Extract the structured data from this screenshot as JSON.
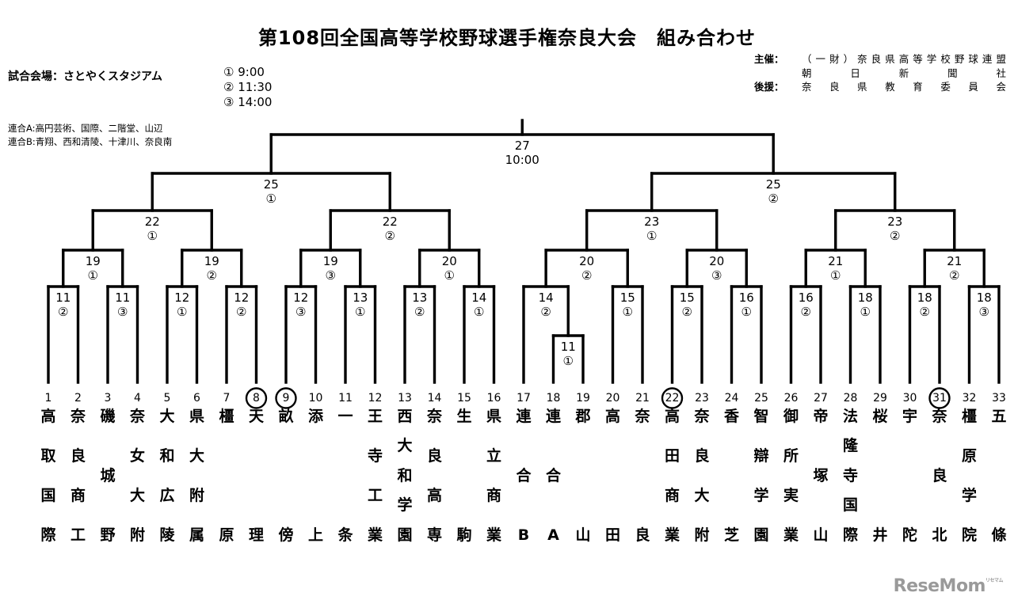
{
  "title": "第108回全国高等学校野球選手権奈良大会　組み合わせ",
  "venue": "試合会場：さとやくスタジアム",
  "times": [
    "① 9:00",
    "② 11:30",
    "③ 14:00"
  ],
  "union_notes": [
    "連合A:高円芸術、国際、二階堂、山辺",
    "連合B:青翔、西和清陵、十津川、奈良南"
  ],
  "organizers": [
    {
      "label": "主催：",
      "value": "（一財）奈良県高等学校野球連盟"
    },
    {
      "label": "",
      "value": "朝日新聞社"
    },
    {
      "label": "後援：",
      "value": "奈良県教育委員会"
    }
  ],
  "teams": [
    {
      "num": "1",
      "chars": [
        "高",
        "取",
        "国",
        "際"
      ],
      "seeded": false
    },
    {
      "num": "2",
      "chars": [
        "奈",
        "良",
        "商",
        "工"
      ],
      "seeded": false
    },
    {
      "num": "3",
      "chars": [
        "磯",
        "城",
        "野"
      ],
      "seeded": false
    },
    {
      "num": "4",
      "chars": [
        "奈",
        "女",
        "大",
        "附"
      ],
      "seeded": false
    },
    {
      "num": "5",
      "chars": [
        "大",
        "和",
        "広",
        "陵"
      ],
      "seeded": false
    },
    {
      "num": "6",
      "chars": [
        "県",
        "大",
        "附",
        "属"
      ],
      "seeded": false
    },
    {
      "num": "7",
      "chars": [
        "橿",
        "原"
      ],
      "seeded": false
    },
    {
      "num": "8",
      "chars": [
        "天",
        "理"
      ],
      "seeded": true
    },
    {
      "num": "9",
      "chars": [
        "畝",
        "傍"
      ],
      "seeded": true
    },
    {
      "num": "10",
      "chars": [
        "添",
        "上"
      ],
      "seeded": false
    },
    {
      "num": "11",
      "chars": [
        "一",
        "条"
      ],
      "seeded": false
    },
    {
      "num": "12",
      "chars": [
        "王",
        "寺",
        "工",
        "業"
      ],
      "seeded": false
    },
    {
      "num": "13",
      "chars": [
        "西",
        "大",
        "和",
        "学",
        "園"
      ],
      "seeded": false
    },
    {
      "num": "14",
      "chars": [
        "奈",
        "良",
        "高",
        "専"
      ],
      "seeded": false
    },
    {
      "num": "15",
      "chars": [
        "生",
        "駒"
      ],
      "seeded": false
    },
    {
      "num": "16",
      "chars": [
        "県",
        "立",
        "商",
        "業"
      ],
      "seeded": false
    },
    {
      "num": "17",
      "chars": [
        "連",
        "合",
        "B"
      ],
      "seeded": false
    },
    {
      "num": "18",
      "chars": [
        "連",
        "合",
        "A"
      ],
      "seeded": false
    },
    {
      "num": "19",
      "chars": [
        "郡",
        "山"
      ],
      "seeded": false
    },
    {
      "num": "20",
      "chars": [
        "高",
        "田"
      ],
      "seeded": false
    },
    {
      "num": "21",
      "chars": [
        "奈",
        "良"
      ],
      "seeded": false
    },
    {
      "num": "22",
      "chars": [
        "高",
        "田",
        "商",
        "業"
      ],
      "seeded": true
    },
    {
      "num": "23",
      "chars": [
        "奈",
        "良",
        "大",
        "附"
      ],
      "seeded": false
    },
    {
      "num": "24",
      "chars": [
        "香",
        "芝"
      ],
      "seeded": false
    },
    {
      "num": "25",
      "chars": [
        "智",
        "辯",
        "学",
        "園"
      ],
      "seeded": false
    },
    {
      "num": "26",
      "chars": [
        "御",
        "所",
        "実",
        "業"
      ],
      "seeded": false
    },
    {
      "num": "27",
      "chars": [
        "帝",
        "塚",
        "山"
      ],
      "seeded": false
    },
    {
      "num": "28",
      "chars": [
        "法",
        "隆",
        "寺",
        "国",
        "際"
      ],
      "seeded": false
    },
    {
      "num": "29",
      "chars": [
        "桜",
        "井"
      ],
      "seeded": false
    },
    {
      "num": "30",
      "chars": [
        "宇",
        "陀"
      ],
      "seeded": false
    },
    {
      "num": "31",
      "chars": [
        "奈",
        "良",
        "北"
      ],
      "seeded": true
    },
    {
      "num": "32",
      "chars": [
        "橿",
        "原",
        "学",
        "院"
      ],
      "seeded": false
    },
    {
      "num": "33",
      "chars": [
        "五",
        "條"
      ],
      "seeded": false
    }
  ],
  "matches": {
    "r1": [
      {
        "date": "11",
        "slot": "②"
      },
      {
        "date": "11",
        "slot": "③"
      },
      {
        "date": "12",
        "slot": "①"
      },
      {
        "date": "12",
        "slot": "②"
      },
      {
        "date": "12",
        "slot": "③"
      },
      {
        "date": "13",
        "slot": "①"
      },
      {
        "date": "13",
        "slot": "②"
      },
      {
        "date": "14",
        "slot": "①"
      },
      {
        "date": "14",
        "slot": "②"
      },
      {
        "date": "15",
        "slot": "①"
      },
      {
        "date": "15",
        "slot": "②"
      },
      {
        "date": "16",
        "slot": "①"
      },
      {
        "date": "16",
        "slot": "②"
      },
      {
        "date": "18",
        "slot": "①"
      },
      {
        "date": "18",
        "slot": "②"
      },
      {
        "date": "18",
        "slot": "③"
      }
    ],
    "prelim": {
      "date": "11",
      "slot": "①"
    },
    "r2": [
      {
        "date": "19",
        "slot": "①"
      },
      {
        "date": "19",
        "slot": "②"
      },
      {
        "date": "19",
        "slot": "③"
      },
      {
        "date": "20",
        "slot": "①"
      },
      {
        "date": "20",
        "slot": "②"
      },
      {
        "date": "20",
        "slot": "③"
      },
      {
        "date": "21",
        "slot": "①"
      },
      {
        "date": "21",
        "slot": "②"
      }
    ],
    "r3": [
      {
        "date": "22",
        "slot": "①"
      },
      {
        "date": "22",
        "slot": "②"
      },
      {
        "date": "23",
        "slot": "①"
      },
      {
        "date": "23",
        "slot": "②"
      }
    ],
    "semis": [
      {
        "date": "25",
        "slot": "①"
      },
      {
        "date": "25",
        "slot": "②"
      }
    ],
    "final": {
      "date": "27",
      "time": "10:00"
    }
  },
  "logo": {
    "text": "ReseMom",
    "sub": "リセマム"
  }
}
